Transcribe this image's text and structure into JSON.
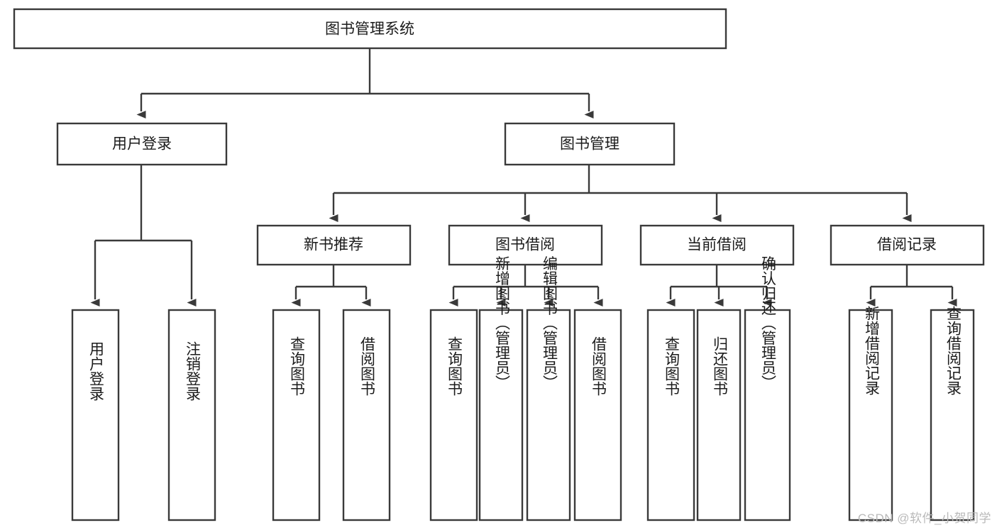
{
  "diagram": {
    "title": "图书管理系统",
    "type": "hierarchy-tree",
    "orientation": "top-down",
    "root": {
      "id": "root",
      "label": "图书管理系统",
      "text_orientation": "horizontal"
    },
    "levels": [
      {
        "level": 1,
        "nodes": [
          {
            "id": "user-login",
            "label": "用户登录",
            "text_orientation": "horizontal"
          },
          {
            "id": "book-manage",
            "label": "图书管理",
            "text_orientation": "horizontal"
          }
        ]
      },
      {
        "level": 2,
        "nodes": [
          {
            "id": "new-book-rec",
            "label": "新书推荐",
            "parent": "book-manage",
            "text_orientation": "horizontal"
          },
          {
            "id": "book-borrow",
            "label": "图书借阅",
            "parent": "book-manage",
            "text_orientation": "horizontal"
          },
          {
            "id": "current-borrow",
            "label": "当前借阅",
            "parent": "book-manage",
            "text_orientation": "horizontal"
          },
          {
            "id": "borrow-record",
            "label": "借阅记录",
            "parent": "book-manage",
            "text_orientation": "horizontal"
          }
        ]
      },
      {
        "level": 3,
        "nodes": [
          {
            "id": "leaf-user-login",
            "label": "用户登录",
            "parent": "user-login",
            "text_orientation": "vertical"
          },
          {
            "id": "leaf-logout",
            "label": "注销登录",
            "parent": "user-login",
            "text_orientation": "vertical"
          },
          {
            "id": "leaf-query-book-1",
            "label": "查询图书",
            "parent": "new-book-rec",
            "text_orientation": "vertical"
          },
          {
            "id": "leaf-borrow-book-1",
            "label": "借阅图书",
            "parent": "new-book-rec",
            "text_orientation": "vertical"
          },
          {
            "id": "leaf-query-book-2",
            "label": "查询图书",
            "parent": "book-borrow",
            "text_orientation": "vertical"
          },
          {
            "id": "leaf-add-book",
            "label": "新增图书（管理员）",
            "parent": "book-borrow",
            "text_orientation": "vertical"
          },
          {
            "id": "leaf-edit-book",
            "label": "编辑图书（管理员）",
            "parent": "book-borrow",
            "text_orientation": "vertical"
          },
          {
            "id": "leaf-borrow-book-2",
            "label": "借阅图书",
            "parent": "book-borrow",
            "text_orientation": "vertical"
          },
          {
            "id": "leaf-query-book-3",
            "label": "查询图书",
            "parent": "current-borrow",
            "text_orientation": "vertical"
          },
          {
            "id": "leaf-return-book",
            "label": "归还图书",
            "parent": "current-borrow",
            "text_orientation": "vertical"
          },
          {
            "id": "leaf-confirm-return",
            "label": "确认归还（管理员）",
            "parent": "current-borrow",
            "text_orientation": "vertical"
          },
          {
            "id": "leaf-add-record",
            "label": "新增借阅记录",
            "parent": "borrow-record",
            "text_orientation": "vertical"
          },
          {
            "id": "leaf-query-record",
            "label": "查询借阅记录",
            "parent": "borrow-record",
            "text_orientation": "vertical"
          }
        ]
      }
    ],
    "colors": {
      "box_stroke": "#3a3a3a",
      "box_fill": "#ffffff",
      "text": "#1b1b1b",
      "background": "#ffffff",
      "watermark": "#b9b9b9"
    }
  },
  "watermark": {
    "text": "CSDN @软件_小贺同学"
  }
}
